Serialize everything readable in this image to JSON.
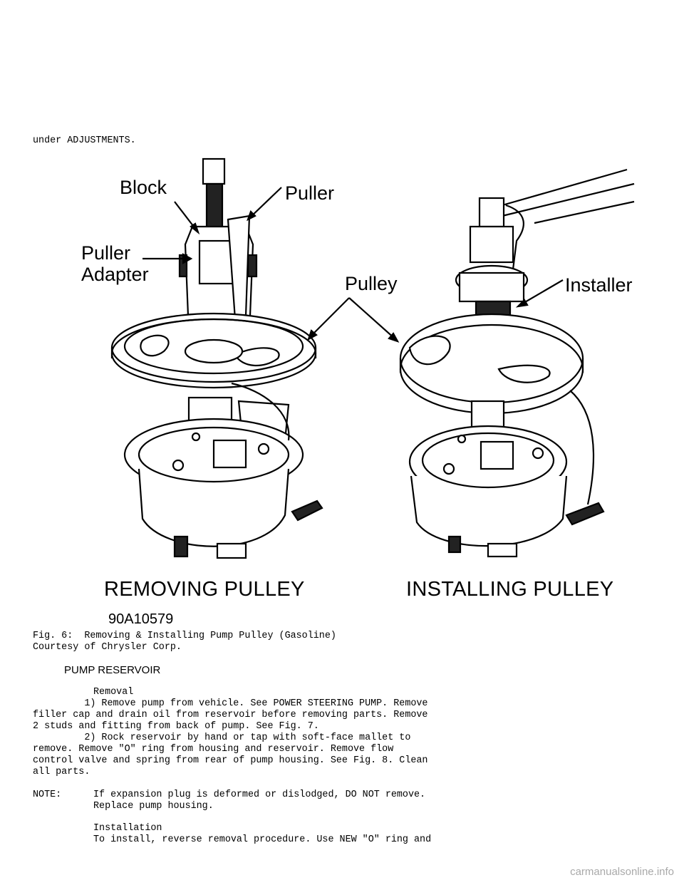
{
  "top_text": "under ADJUSTMENTS.",
  "figure": {
    "labels": {
      "block": "Block",
      "puller": "Puller",
      "puller_adapter_1": "Puller",
      "puller_adapter_2": "Adapter",
      "pulley": "Pulley",
      "installer": "Installer"
    },
    "left_caption": "REMOVING PULLEY",
    "right_caption": "INSTALLING PULLEY",
    "code": "90A10579"
  },
  "caption": {
    "line1": "Fig. 6:  Removing & Installing Pump Pulley (Gasoline)",
    "line2": "Courtesy of Chrysler Corp."
  },
  "section_heading": "PUMP RESERVOIR",
  "body": {
    "removal_heading": "Removal",
    "lines": [
      "         1) Remove pump from vehicle. See POWER STEERING PUMP. Remove",
      "filler cap and drain oil from reservoir before removing parts. Remove",
      "2 studs and fitting from back of pump. See Fig. 7.",
      "         2) Rock reservoir by hand or tap with soft-face mallet to",
      "remove. Remove \"O\" ring from housing and reservoir. Remove flow",
      "control valve and spring from rear of pump housing. See Fig. 8. Clean",
      "all parts."
    ],
    "note_label": "NOTE:",
    "note_line1": "If expansion plug is deformed or dislodged, DO NOT remove.",
    "note_line2": "Replace pump housing.",
    "installation_heading": "Installation",
    "installation_line": "To install, reverse removal procedure. Use NEW \"O\" ring and"
  },
  "watermark": "carmanualsonline.info"
}
